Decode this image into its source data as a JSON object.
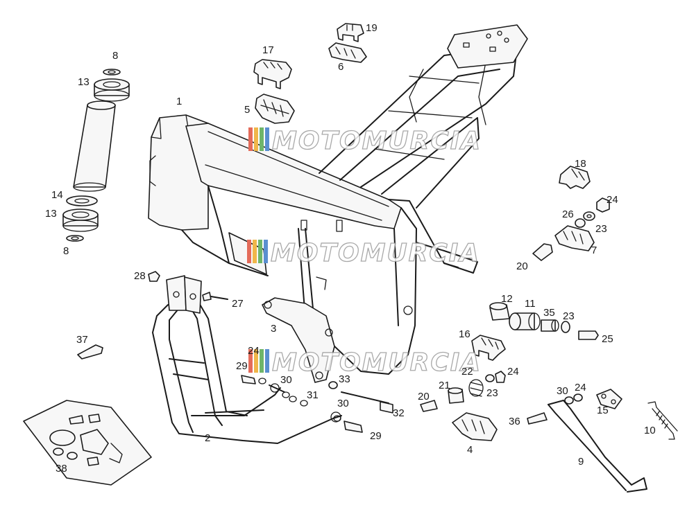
{
  "watermark": {
    "text": "MOTOMURCIA",
    "stripe_colors": [
      "#e46b5a",
      "#f0b64a",
      "#6fb56a",
      "#5a8fd0"
    ]
  },
  "callouts": [
    {
      "id": "c1",
      "text": "1"
    },
    {
      "id": "c2",
      "text": "2"
    },
    {
      "id": "c3",
      "text": "3"
    },
    {
      "id": "c4",
      "text": "4"
    },
    {
      "id": "c5",
      "text": "5"
    },
    {
      "id": "c6",
      "text": "6"
    },
    {
      "id": "c7",
      "text": "7"
    },
    {
      "id": "c8a",
      "text": "8"
    },
    {
      "id": "c8b",
      "text": "8"
    },
    {
      "id": "c9",
      "text": "9"
    },
    {
      "id": "c10",
      "text": "10"
    },
    {
      "id": "c11",
      "text": "11"
    },
    {
      "id": "c12",
      "text": "12"
    },
    {
      "id": "c13a",
      "text": "13"
    },
    {
      "id": "c13b",
      "text": "13"
    },
    {
      "id": "c14",
      "text": "14"
    },
    {
      "id": "c15",
      "text": "15"
    },
    {
      "id": "c16",
      "text": "16"
    },
    {
      "id": "c17",
      "text": "17"
    },
    {
      "id": "c18",
      "text": "18"
    },
    {
      "id": "c19",
      "text": "19"
    },
    {
      "id": "c20a",
      "text": "20"
    },
    {
      "id": "c20b",
      "text": "20"
    },
    {
      "id": "c21",
      "text": "21"
    },
    {
      "id": "c22",
      "text": "22"
    },
    {
      "id": "c23a",
      "text": "23"
    },
    {
      "id": "c23b",
      "text": "23"
    },
    {
      "id": "c23c",
      "text": "23"
    },
    {
      "id": "c24a",
      "text": "24"
    },
    {
      "id": "c24b",
      "text": "24"
    },
    {
      "id": "c24c",
      "text": "24"
    },
    {
      "id": "c24d",
      "text": "24"
    },
    {
      "id": "c25",
      "text": "25"
    },
    {
      "id": "c26",
      "text": "26"
    },
    {
      "id": "c27",
      "text": "27"
    },
    {
      "id": "c28",
      "text": "28"
    },
    {
      "id": "c29a",
      "text": "29"
    },
    {
      "id": "c29b",
      "text": "29"
    },
    {
      "id": "c30a",
      "text": "30"
    },
    {
      "id": "c30b",
      "text": "30"
    },
    {
      "id": "c30c",
      "text": "30"
    },
    {
      "id": "c31",
      "text": "31"
    },
    {
      "id": "c32",
      "text": "32"
    },
    {
      "id": "c33",
      "text": "33"
    },
    {
      "id": "c35",
      "text": "35"
    },
    {
      "id": "c36",
      "text": "36"
    },
    {
      "id": "c37",
      "text": "37"
    },
    {
      "id": "c38",
      "text": "38"
    }
  ]
}
